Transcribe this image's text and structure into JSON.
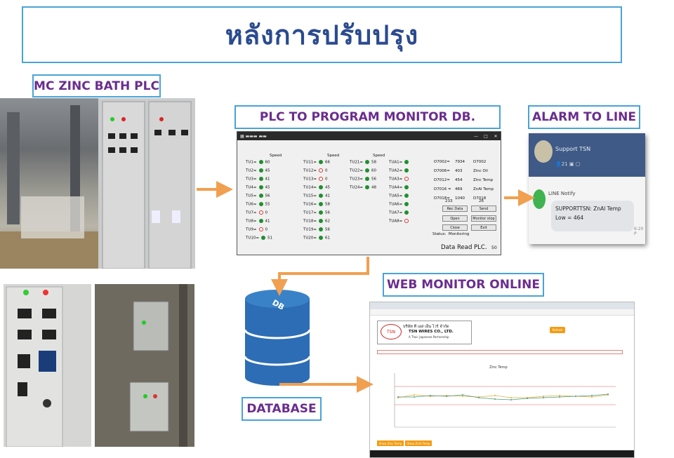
{
  "title": "หลังการปรับปรุง",
  "labels": {
    "plc": "MC ZINC BATH PLC",
    "program": "PLC TO PROGRAM MONITOR DB.",
    "alarm": "ALARM TO LINE",
    "web": "WEB MONITOR ONLINE",
    "database": "DATABASE",
    "db_icon": "DB"
  },
  "plc_window": {
    "speed_header": "Speed",
    "col1": [
      {
        "name": "TU1=",
        "on": true,
        "v": "60"
      },
      {
        "name": "TU2=",
        "on": true,
        "v": "45"
      },
      {
        "name": "TU3=",
        "on": true,
        "v": "41"
      },
      {
        "name": "TU4=",
        "on": true,
        "v": "45"
      },
      {
        "name": "TU5=",
        "on": true,
        "v": "56"
      },
      {
        "name": "TU6=",
        "on": true,
        "v": "55"
      },
      {
        "name": "TU7=",
        "on": false,
        "v": "0"
      },
      {
        "name": "TU8=",
        "on": true,
        "v": "41"
      },
      {
        "name": "TU9=",
        "on": false,
        "v": "0"
      },
      {
        "name": "TU10=",
        "on": true,
        "v": "51"
      }
    ],
    "col2": [
      {
        "name": "TU11=",
        "on": true,
        "v": "66"
      },
      {
        "name": "TU12=",
        "on": false,
        "v": "0"
      },
      {
        "name": "TU13=",
        "on": false,
        "v": "0"
      },
      {
        "name": "TU14=",
        "on": true,
        "v": "45"
      },
      {
        "name": "TU15=",
        "on": true,
        "v": "41"
      },
      {
        "name": "TU16=",
        "on": true,
        "v": "58"
      },
      {
        "name": "TU17=",
        "on": true,
        "v": "56"
      },
      {
        "name": "TU18=",
        "on": true,
        "v": "62"
      },
      {
        "name": "TU19=",
        "on": true,
        "v": "56"
      },
      {
        "name": "TU20=",
        "on": true,
        "v": "61"
      }
    ],
    "col3": [
      {
        "name": "TU21=",
        "on": true,
        "v": "58"
      },
      {
        "name": "TU22=",
        "on": true,
        "v": "60"
      },
      {
        "name": "TU23=",
        "on": true,
        "v": "56"
      },
      {
        "name": "TU24=",
        "on": true,
        "v": "48"
      }
    ],
    "col4": [
      {
        "name": "TUA1=",
        "on": true
      },
      {
        "name": "TUA2=",
        "on": true
      },
      {
        "name": "TUA3=",
        "on": false
      },
      {
        "name": "TUA4=",
        "on": true
      },
      {
        "name": "TUA5=",
        "on": true
      },
      {
        "name": "TUA6=",
        "on": true
      },
      {
        "name": "TUA7=",
        "on": true
      },
      {
        "name": "TUA8=",
        "on": false
      }
    ],
    "readings": [
      {
        "addr": "D7002=",
        "v": "7934",
        "tag": "D7002"
      },
      {
        "addr": "D7006=",
        "v": "403",
        "tag": "Zinc Oil"
      },
      {
        "addr": "D7012=",
        "v": "454",
        "tag": "Zinc Temp"
      },
      {
        "addr": "D7016 =",
        "v": "469",
        "tag": "ZnAl Temp"
      },
      {
        "addr": "D7018=",
        "v": "1040",
        "tag": "D7018"
      }
    ],
    "extra": [
      "233",
      "26"
    ],
    "buttons": [
      "Rec Data",
      "Send",
      "Open",
      "Monitor stop",
      "Close",
      "Exit"
    ],
    "status_label": "Status",
    "status_value": "Monitoring",
    "footer": "Data Read PLC.",
    "footer_count": "50"
  },
  "line_alarm": {
    "group": "Support TSN",
    "members": "21",
    "notify": "LINE Notify",
    "message": "SUPPORTTSN: ZnAl Temp Low = 464",
    "time": "6:20 P"
  },
  "web": {
    "company_thai": "บริษัท ที เอส เอ็น ไวร์ จำกัด",
    "company_en": "TSN WIRES CO., LTD.",
    "tagline": "A Thai- Japanese Partnership",
    "logo": "TSN",
    "chart_title": "Zinc Temp",
    "buttons": [
      "Show Zinc Temp",
      "Show ZnAl Temp"
    ],
    "refresh": "Refresh"
  },
  "colors": {
    "border": "#4aa3d6",
    "label": "#6a2d8f",
    "arrow": "#f0a050",
    "db": "#2d6db5"
  }
}
